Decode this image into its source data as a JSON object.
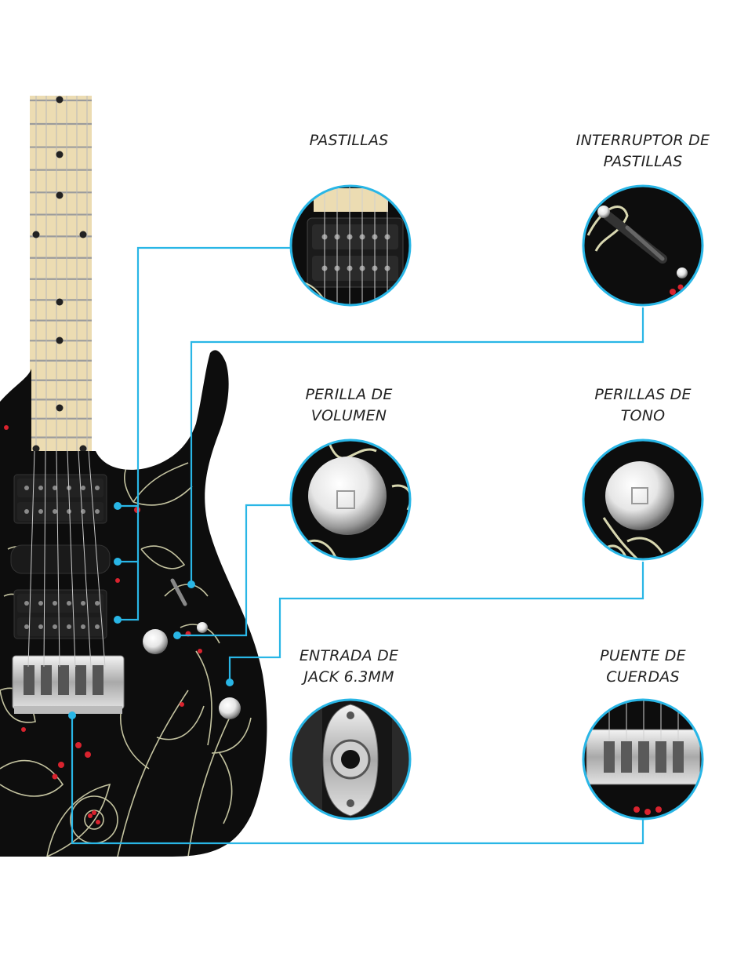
{
  "colors": {
    "callout_line": "#29b6e6",
    "guitar_body": "#0d0d0d",
    "floral": "#d8d7b0",
    "berries": "#d9232e",
    "maple_fretboard": "#ecdcb2"
  },
  "callouts": [
    {
      "id": "pastillas",
      "lines": [
        "PASTILLAS"
      ],
      "icon": "humbucker-pickup-icon"
    },
    {
      "id": "interruptor",
      "lines": [
        "INTERRUPTOR DE",
        "PASTILLAS"
      ],
      "icon": "pickup-selector-switch-icon"
    },
    {
      "id": "volumen",
      "lines": [
        "PERILLA DE",
        "VOLUMEN"
      ],
      "icon": "volume-knob-icon"
    },
    {
      "id": "tono",
      "lines": [
        "PERILLAS DE",
        "TONO"
      ],
      "icon": "tone-knob-icon"
    },
    {
      "id": "jack",
      "lines": [
        "ENTRADA DE",
        "JACK 6.3MM"
      ],
      "icon": "jack-input-icon"
    },
    {
      "id": "puente",
      "lines": [
        "PUENTE DE",
        "CUERDAS"
      ],
      "icon": "tremolo-bridge-icon"
    }
  ]
}
